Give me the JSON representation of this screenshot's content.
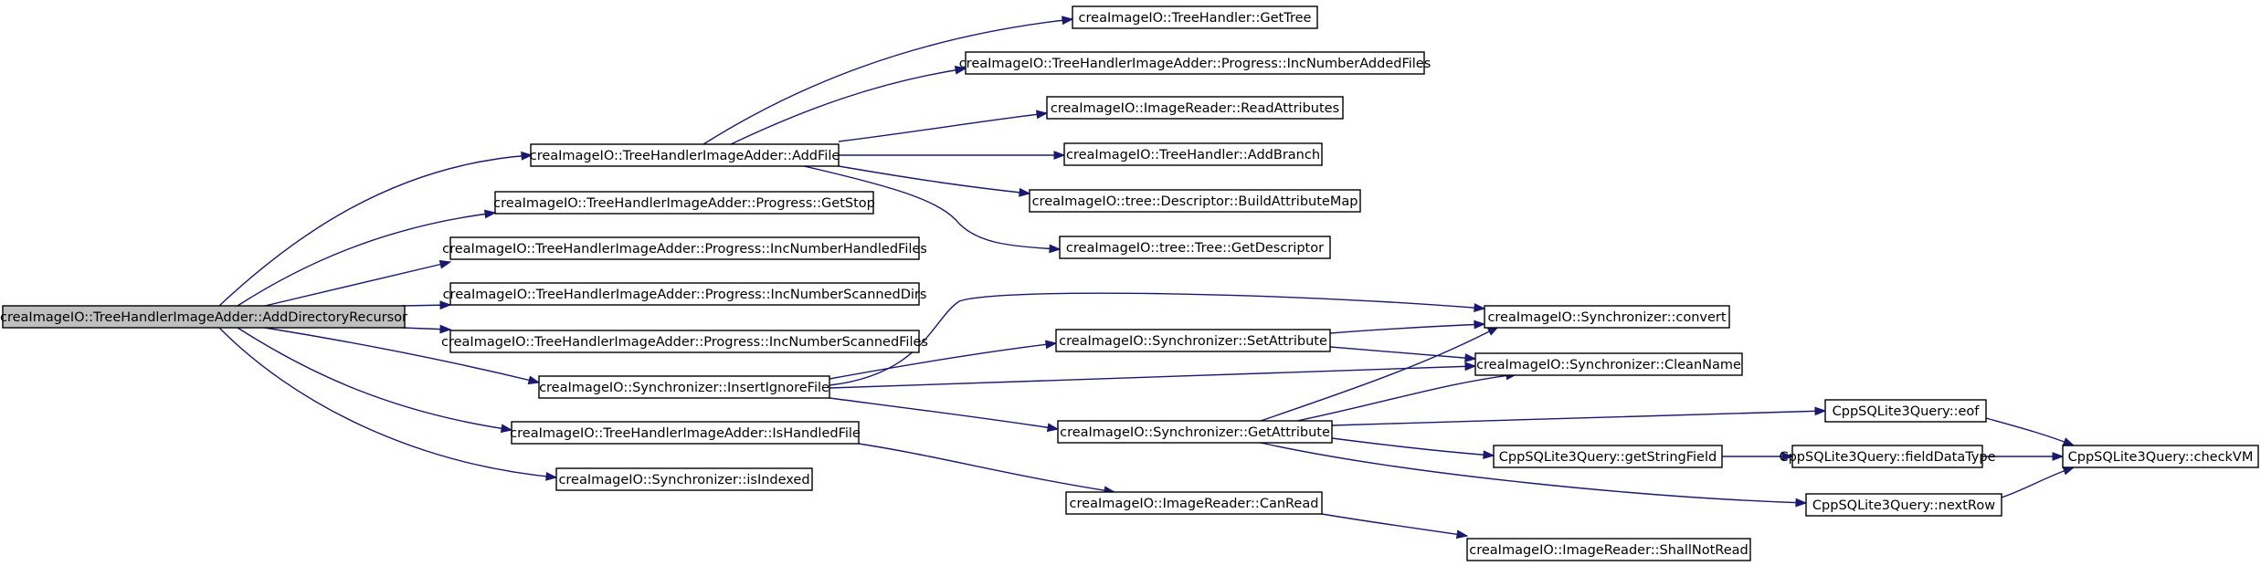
{
  "colors": {
    "edge": "#191970",
    "root_fill": "#bfbfbf",
    "node_fill": "#ffffff",
    "border": "#000000"
  },
  "nodes": [
    {
      "id": "n0",
      "label": "creaImageIO::TreeHandlerImageAdder::AddDirectoryRecursor",
      "root": true
    },
    {
      "id": "n1",
      "label": "creaImageIO::TreeHandlerImageAdder::AddFile"
    },
    {
      "id": "n2",
      "label": "creaImageIO::TreeHandlerImageAdder::Progress::GetStop"
    },
    {
      "id": "n3",
      "label": "creaImageIO::TreeHandlerImageAdder::Progress::IncNumberHandledFiles"
    },
    {
      "id": "n4",
      "label": "creaImageIO::TreeHandlerImageAdder::Progress::IncNumberScannedDirs"
    },
    {
      "id": "n5",
      "label": "creaImageIO::TreeHandlerImageAdder::Progress::IncNumberScannedFiles"
    },
    {
      "id": "n6",
      "label": "creaImageIO::Synchronizer::InsertIgnoreFile"
    },
    {
      "id": "n7",
      "label": "creaImageIO::TreeHandlerImageAdder::IsHandledFile"
    },
    {
      "id": "n8",
      "label": "creaImageIO::Synchronizer::isIndexed"
    },
    {
      "id": "n9",
      "label": "creaImageIO::TreeHandler::GetTree"
    },
    {
      "id": "n10",
      "label": "creaImageIO::TreeHandlerImageAdder::Progress::IncNumberAddedFiles"
    },
    {
      "id": "n11",
      "label": "creaImageIO::ImageReader::ReadAttributes"
    },
    {
      "id": "n12",
      "label": "creaImageIO::TreeHandler::AddBranch"
    },
    {
      "id": "n13",
      "label": "creaImageIO::tree::Descriptor::BuildAttributeMap"
    },
    {
      "id": "n14",
      "label": "creaImageIO::tree::Tree::GetDescriptor"
    },
    {
      "id": "n15",
      "label": "creaImageIO::Synchronizer::SetAttribute"
    },
    {
      "id": "n16",
      "label": "creaImageIO::Synchronizer::GetAttribute"
    },
    {
      "id": "n17",
      "label": "creaImageIO::ImageReader::CanRead"
    },
    {
      "id": "n18",
      "label": "creaImageIO::Synchronizer::convert"
    },
    {
      "id": "n19",
      "label": "creaImageIO::Synchronizer::CleanName"
    },
    {
      "id": "n20",
      "label": "CppSQLite3Query::eof"
    },
    {
      "id": "n21",
      "label": "CppSQLite3Query::getStringField"
    },
    {
      "id": "n22",
      "label": "CppSQLite3Query::nextRow"
    },
    {
      "id": "n23",
      "label": "CppSQLite3Query::fieldDataType"
    },
    {
      "id": "n24",
      "label": "CppSQLite3Query::checkVM"
    },
    {
      "id": "n25",
      "label": "creaImageIO::ImageReader::ShallNotRead"
    }
  ],
  "edges": [
    {
      "from": "n0",
      "to": "n1"
    },
    {
      "from": "n0",
      "to": "n2"
    },
    {
      "from": "n0",
      "to": "n3"
    },
    {
      "from": "n0",
      "to": "n4"
    },
    {
      "from": "n0",
      "to": "n5"
    },
    {
      "from": "n0",
      "to": "n6"
    },
    {
      "from": "n0",
      "to": "n7"
    },
    {
      "from": "n0",
      "to": "n8"
    },
    {
      "from": "n1",
      "to": "n9"
    },
    {
      "from": "n1",
      "to": "n10"
    },
    {
      "from": "n1",
      "to": "n11"
    },
    {
      "from": "n1",
      "to": "n12"
    },
    {
      "from": "n1",
      "to": "n13"
    },
    {
      "from": "n1",
      "to": "n14"
    },
    {
      "from": "n6",
      "to": "n15"
    },
    {
      "from": "n6",
      "to": "n18"
    },
    {
      "from": "n6",
      "to": "n19"
    },
    {
      "from": "n6",
      "to": "n16"
    },
    {
      "from": "n15",
      "to": "n18"
    },
    {
      "from": "n15",
      "to": "n19"
    },
    {
      "from": "n16",
      "to": "n18"
    },
    {
      "from": "n16",
      "to": "n19"
    },
    {
      "from": "n16",
      "to": "n20"
    },
    {
      "from": "n16",
      "to": "n21"
    },
    {
      "from": "n16",
      "to": "n22"
    },
    {
      "from": "n7",
      "to": "n17"
    },
    {
      "from": "n17",
      "to": "n25"
    },
    {
      "from": "n20",
      "to": "n24"
    },
    {
      "from": "n21",
      "to": "n23"
    },
    {
      "from": "n23",
      "to": "n24"
    },
    {
      "from": "n22",
      "to": "n24"
    }
  ]
}
